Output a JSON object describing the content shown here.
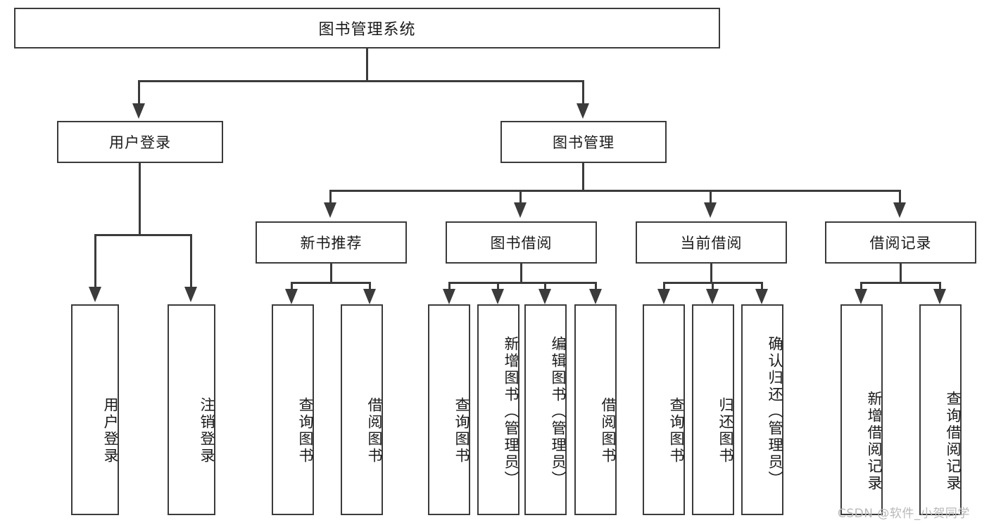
{
  "diagram": {
    "type": "tree-hierarchy",
    "title": "图书管理系统",
    "root": {
      "label": "图书管理系统"
    },
    "level2": [
      {
        "id": "user-login",
        "label": "用户登录"
      },
      {
        "id": "book-management",
        "label": "图书管理"
      }
    ],
    "level3": [
      {
        "id": "new-book-recommend",
        "label": "新书推荐",
        "parent": "book-management"
      },
      {
        "id": "book-borrow",
        "label": "图书借阅",
        "parent": "book-management"
      },
      {
        "id": "current-borrow",
        "label": "当前借阅",
        "parent": "book-management"
      },
      {
        "id": "borrow-record",
        "label": "借阅记录",
        "parent": "book-management"
      }
    ],
    "leaves": [
      {
        "id": "leaf-user-login",
        "label": "用户登录",
        "parent": "user-login"
      },
      {
        "id": "leaf-user-logout",
        "label": "注销登录",
        "parent": "user-login"
      },
      {
        "id": "leaf-query-book-1",
        "label": "查询图书",
        "parent": "new-book-recommend"
      },
      {
        "id": "leaf-borrow-book-1",
        "label": "借阅图书",
        "parent": "new-book-recommend"
      },
      {
        "id": "leaf-query-book-2",
        "label": "查询图书",
        "parent": "book-borrow"
      },
      {
        "id": "leaf-add-book",
        "label": "新增图书（管理员）",
        "parent": "book-borrow"
      },
      {
        "id": "leaf-edit-book",
        "label": "编辑图书（管理员）",
        "parent": "book-borrow"
      },
      {
        "id": "leaf-borrow-book-2",
        "label": "借阅图书",
        "parent": "book-borrow"
      },
      {
        "id": "leaf-query-book-3",
        "label": "查询图书",
        "parent": "current-borrow"
      },
      {
        "id": "leaf-return-book",
        "label": "归还图书",
        "parent": "current-borrow"
      },
      {
        "id": "leaf-confirm-return",
        "label": "确认归还（管理员）",
        "parent": "current-borrow"
      },
      {
        "id": "leaf-add-record",
        "label": "新增借阅记录",
        "parent": "borrow-record"
      },
      {
        "id": "leaf-query-record",
        "label": "查询借阅记录",
        "parent": "borrow-record"
      }
    ]
  },
  "watermark": {
    "text": "CSDN @软件_小贺同学"
  },
  "colors": {
    "stroke": "#3b3b3b",
    "background": "#ffffff",
    "text": "#1a1a1a",
    "watermark": "#b9b9b9"
  }
}
